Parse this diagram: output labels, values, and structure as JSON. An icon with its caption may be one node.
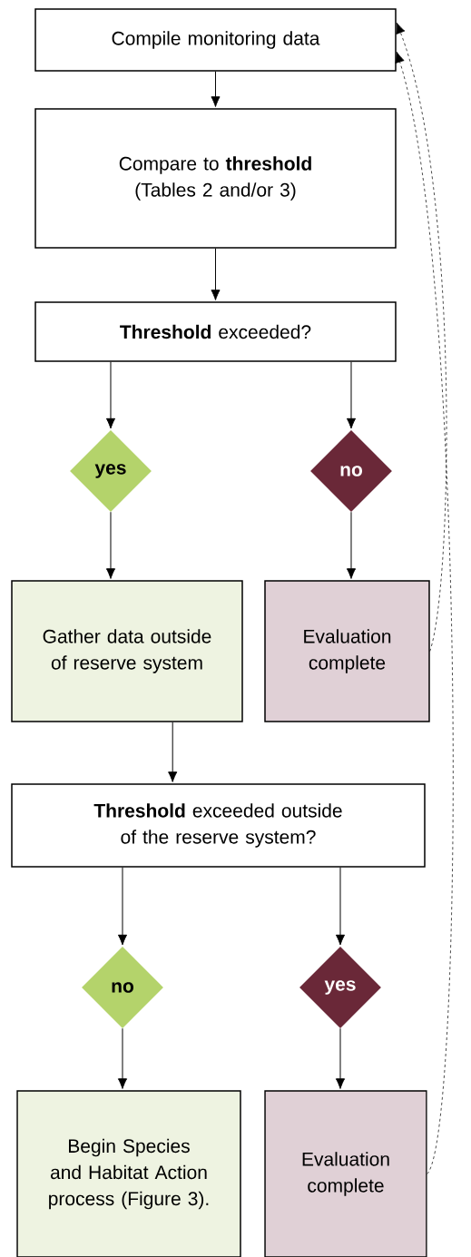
{
  "diagram": {
    "nodes": [
      {
        "text": [
          "Compile monitoring data"
        ]
      },
      {
        "text": [
          "Compare to **threshold** (Tables 2 and/or 3)"
        ]
      },
      {
        "text": [
          "**Threshold** exceeded?"
        ]
      },
      {
        "text": [
          "yes"
        ]
      },
      {
        "text": [
          "no"
        ]
      },
      {
        "text": [
          "Gather data outside of reserve system"
        ]
      },
      {
        "text": [
          "Evaluation complete"
        ]
      },
      {
        "text": [
          "**Threshold** exceeded outside of the reserve system?"
        ]
      },
      {
        "text": [
          "no"
        ]
      },
      {
        "text": [
          "yes"
        ]
      },
      {
        "text": [
          "Begin Species and Habitat Action process (Figure 3)."
        ]
      },
      {
        "text": [
          "Evaluation complete"
        ]
      }
    ],
    "edges": [
      {
        "from": 0,
        "to": 1,
        "arrow": "to"
      },
      {
        "from": 1,
        "to": 2,
        "arrow": "to"
      },
      {
        "from": 2,
        "to": 3,
        "arrow": "to"
      },
      {
        "from": 2,
        "to": 4,
        "arrow": "to"
      },
      {
        "from": 3,
        "to": 5,
        "arrow": "to"
      },
      {
        "from": 4,
        "to": 6,
        "arrow": "to"
      },
      {
        "from": 5,
        "to": 7,
        "arrow": "to"
      },
      {
        "from": 7,
        "to": 8,
        "arrow": "to"
      },
      {
        "from": 7,
        "to": 9,
        "arrow": "to"
      },
      {
        "from": 8,
        "to": 10,
        "arrow": "to"
      },
      {
        "from": 9,
        "to": 11,
        "arrow": "to"
      },
      {
        "from": 6,
        "to": 0,
        "arrow": "to",
        "style": "dashed"
      },
      {
        "from": 11,
        "to": 0,
        "arrow": "to",
        "style": "dashed"
      }
    ]
  }
}
